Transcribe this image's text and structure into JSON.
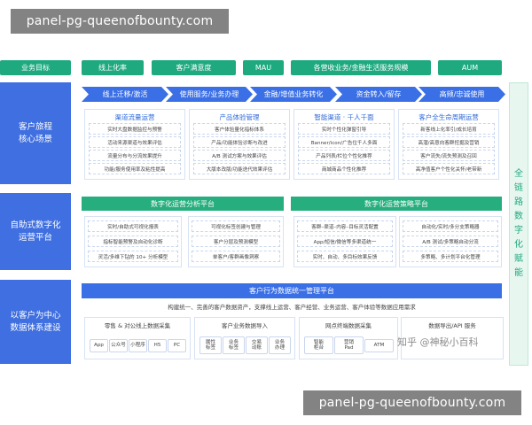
{
  "watermarks": {
    "top": "panel-pg-queenofbounty.com",
    "bottom": "panel-pg-queenofbounty.com",
    "zhihu": "知乎 @神秘小百科"
  },
  "top_row": {
    "label": "业务目标",
    "goals": [
      "线上化率",
      "客户满意度",
      "MAU",
      "各营收业务/金融生活服务规模",
      "AUM"
    ]
  },
  "journey": {
    "label": "客户旅程\n核心场景",
    "steps": [
      "线上迁移/激活",
      "使用服务/业务办理",
      "金融/增值业务转化",
      "资金转入/留存",
      "高频/忠诚使用"
    ],
    "cards": [
      {
        "title": "渠道流量运营",
        "items": [
          "实时大盘数据监控与预警",
          "活动来源渠道与效果评估",
          "流量分布与分流效果提升",
          "功能/服务使用率及粘性提高"
        ]
      },
      {
        "title": "产品体验管理",
        "items": [
          "客户体验量化指标体系",
          "产品/功能体验诊断与改进",
          "A/B 测试方案与效果评估",
          "大版本改版/功能迭代效果评估"
        ]
      },
      {
        "title": "智能渠道 · 千人千面",
        "items": [
          "实时个性化弹窗引导",
          "Banner/icon/广告位千人多面",
          "产品列表/栏位个性化推荐",
          "商城商品个性化推荐"
        ]
      },
      {
        "title": "客户全生命周期运营",
        "items": [
          "新客线上化率引/成长培育",
          "高潜/高意向客群挖掘及营销",
          "客户流失/流失预测及召回",
          "高净值客户个性化关怀/老带新"
        ]
      }
    ]
  },
  "platform": {
    "label": "自助式数字化\n运营平台",
    "left_title": "数字化运营分析平台",
    "right_title": "数字化运营策略平台",
    "left_cards": [
      {
        "items": [
          "实时/自助式可视化报表",
          "指标智能预警及自动化诊断",
          "灵活/多维下钻的 10+ 分析模型"
        ]
      },
      {
        "items": [
          "可视化标签创建与管理",
          "客户分层及预测模型",
          "单客户/客群画像洞察"
        ]
      }
    ],
    "right_cards": [
      {
        "items": [
          "客群–渠道–内容–目标灵活配置",
          "App/短信/微信等多渠道统一",
          "实时、自动、多目标效果反馈"
        ]
      },
      {
        "items": [
          "自动化/实时/多分支策略器",
          "A/B 测试/多策略自动分流",
          "多策略、多计划平台化管理"
        ]
      }
    ]
  },
  "data_system": {
    "label": "以客户为中心\n数据体系建设",
    "bar_title": "客户行为数据统一管理平台",
    "description": "构建统一、完善的客户数据资产，支撑线上运营、客户经营、业务运营、客户体验等数据应用需求",
    "cards": [
      {
        "title": "零售 & 对公线上数据采集",
        "pills": [
          "App",
          "公众号",
          "小程序",
          "H5",
          "PC"
        ]
      },
      {
        "title": "客户业务数据导入",
        "pills": [
          "属性\n标签",
          "业务\n标签",
          "交易\n动账",
          "业务\n办理"
        ]
      },
      {
        "title": "网点终端数据采集",
        "pills": [
          "智能\n柜台",
          "营销\nPad",
          "ATM"
        ]
      },
      {
        "title": "数据导出/API 服务",
        "pills": []
      }
    ]
  },
  "right_column": "全链路数字化赋能"
}
